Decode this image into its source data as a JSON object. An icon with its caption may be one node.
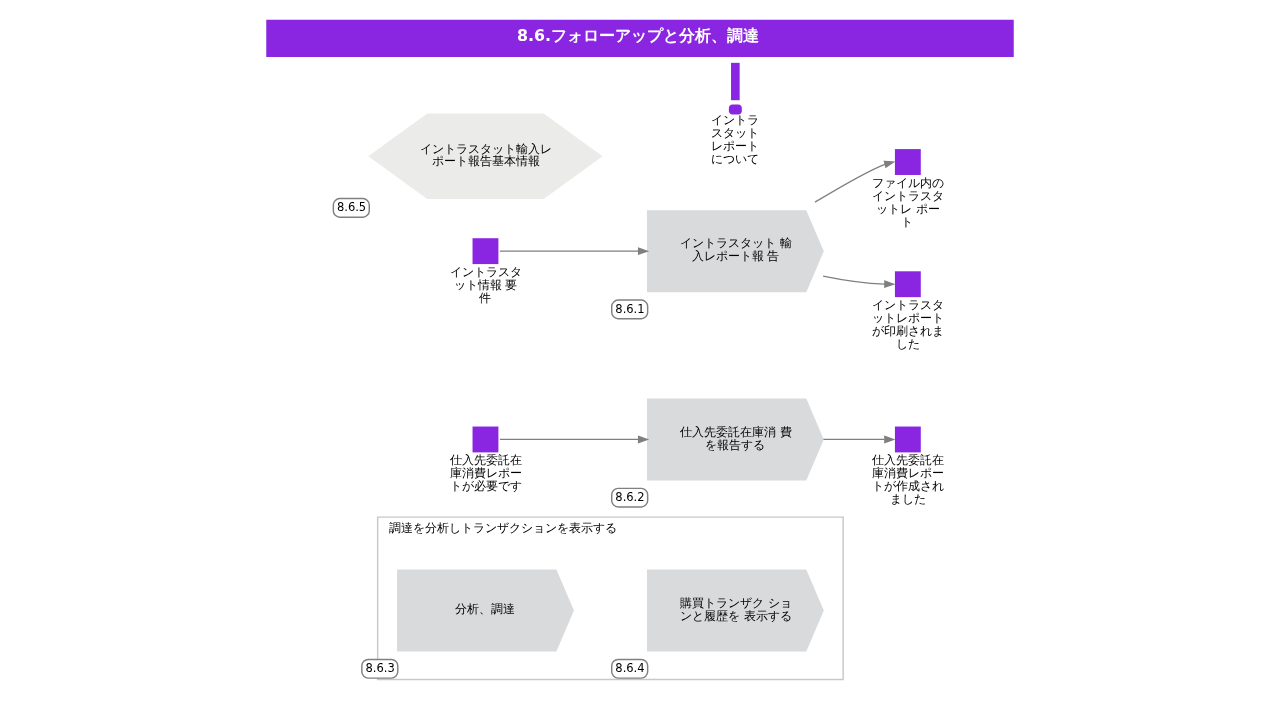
{
  "diagram": {
    "title": "8.6.フォローアップと分析、調達",
    "nodes": [
      {
        "text": [
          "イントラスタット輸入レポート報告基本情報"
        ],
        "beside": [
          "8.6.5"
        ]
      },
      {
        "text": [
          "イントラスタットレポートについて"
        ]
      },
      {
        "text": [
          "イントラスタット情報 要件"
        ]
      },
      {
        "text": [
          "イントラスタット 輸入レポート報 告"
        ],
        "beside": [
          "8.6.1"
        ]
      },
      {
        "text": [
          "ファイル内のイントラスタットレ ポート"
        ]
      },
      {
        "text": [
          "イントラスタットレポートが印刷されました"
        ]
      },
      {
        "text": [
          "仕入先委託在庫消費レポートが必要です"
        ]
      },
      {
        "text": [
          "仕入先委託在庫消 費を報告する"
        ],
        "beside": [
          "8.6.2"
        ]
      },
      {
        "text": [
          "仕入先委託在庫消費レポートが作成されました"
        ]
      },
      {
        "text": [
          "調達を分析しトランザクションを表示する"
        ]
      },
      {
        "text": [
          "分析、調達"
        ],
        "in": 9,
        "beside": [
          "8.6.3"
        ]
      },
      {
        "text": [
          "購買トランザク ションと履歴を 表示する"
        ],
        "in": 9,
        "beside": [
          "8.6.4"
        ]
      }
    ],
    "edges": [
      {
        "from": 2,
        "to": 3,
        "arrow": "to"
      },
      {
        "from": 3,
        "to": 4,
        "arrow": "to"
      },
      {
        "from": 3,
        "to": 5,
        "arrow": "to"
      },
      {
        "from": 6,
        "to": 7,
        "arrow": "to"
      },
      {
        "from": 7,
        "to": 8,
        "arrow": "to"
      }
    ]
  }
}
